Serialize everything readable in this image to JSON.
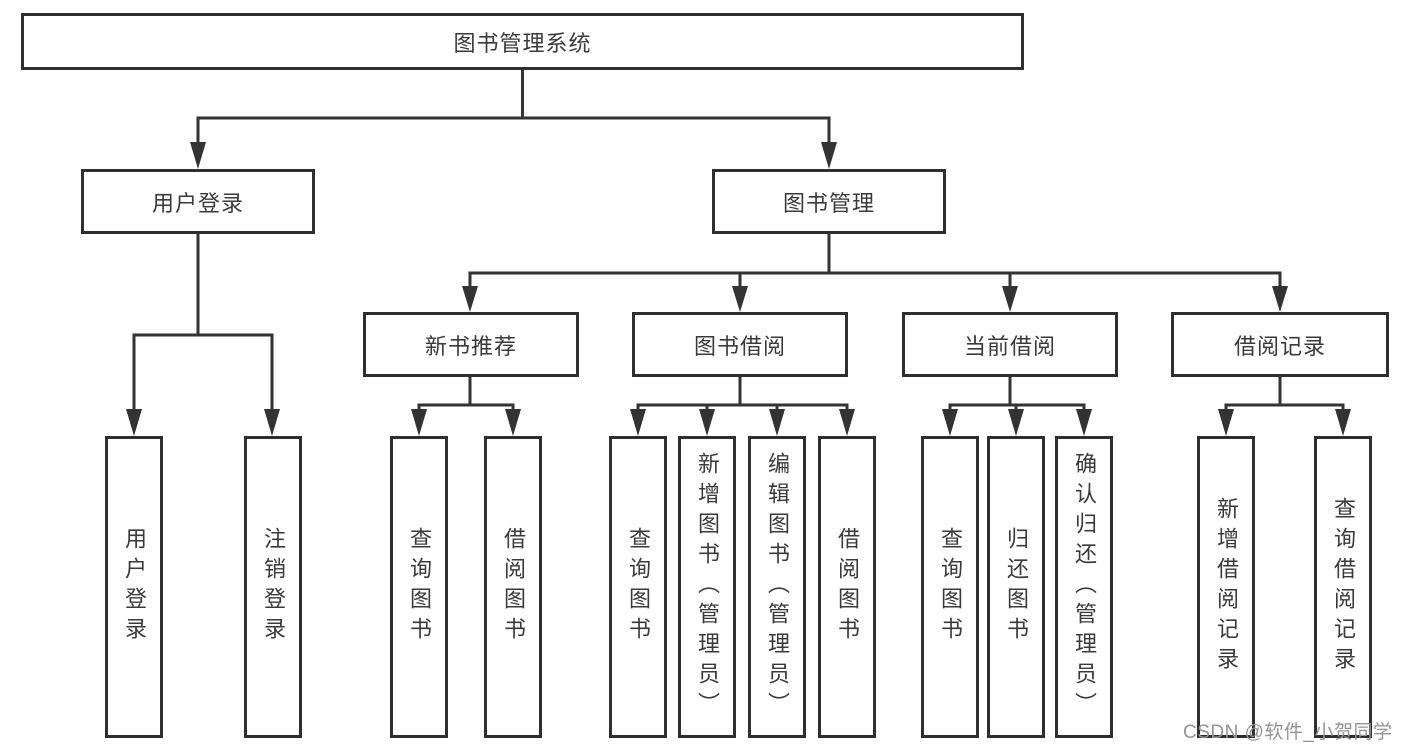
{
  "title": "图书管理系统",
  "colors": {
    "background": "#ffffff",
    "box_border": "#2f2f2f",
    "line": "#333333",
    "text": "#3a3a3a",
    "watermark": "#949494"
  },
  "tree": {
    "root": {
      "label": "图书管理系统",
      "children": [
        {
          "label": "用户登录",
          "children": [
            {
              "label": "用户登录"
            },
            {
              "label": "注销登录"
            }
          ]
        },
        {
          "label": "图书管理",
          "children": [
            {
              "label": "新书推荐",
              "children": [
                {
                  "label": "查询图书"
                },
                {
                  "label": "借阅图书"
                }
              ]
            },
            {
              "label": "图书借阅",
              "children": [
                {
                  "label": "查询图书"
                },
                {
                  "label": "新增图书（管理员）"
                },
                {
                  "label": "编辑图书（管理员）"
                },
                {
                  "label": "借阅图书"
                }
              ]
            },
            {
              "label": "当前借阅",
              "children": [
                {
                  "label": "查询图书"
                },
                {
                  "label": "归还图书"
                },
                {
                  "label": "确认归还（管理员）"
                }
              ]
            },
            {
              "label": "借阅记录",
              "children": [
                {
                  "label": "新增借阅记录"
                },
                {
                  "label": "查询借阅记录"
                }
              ]
            }
          ]
        }
      ]
    }
  },
  "watermark": "CSDN @软件_小贺同学"
}
